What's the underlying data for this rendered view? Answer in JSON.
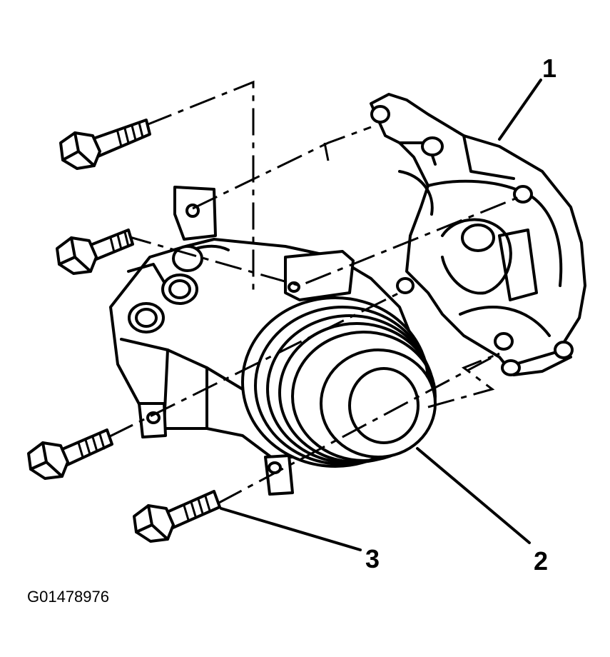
{
  "callouts": [
    {
      "id": "1",
      "label": "1"
    },
    {
      "id": "2",
      "label": "2"
    },
    {
      "id": "3",
      "label": "3"
    }
  ],
  "figure_id": "G01478976"
}
